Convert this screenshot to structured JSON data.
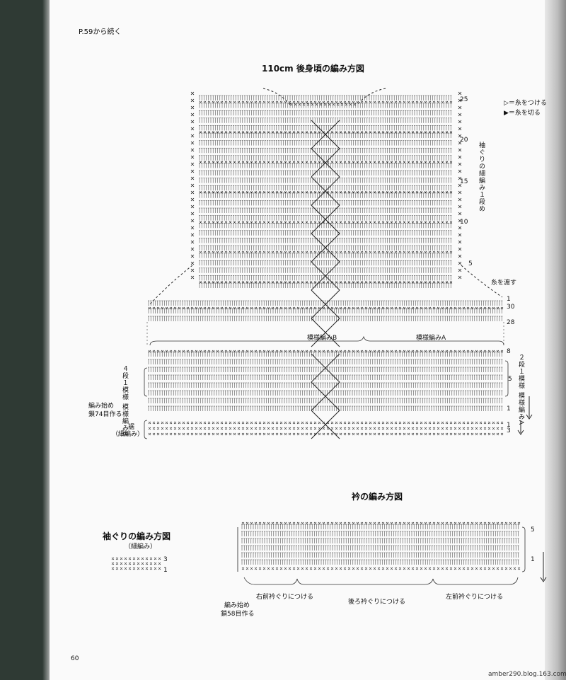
{
  "header": {
    "continued_from": "P.59から続く"
  },
  "back_body": {
    "title": "110cm 後身頃の編み方図",
    "legend_attach": "＝糸をつける",
    "legend_cut": "＝糸を切る",
    "armhole_note": "袖ぐりの細編み１段め",
    "pass_yarn": "糸を渡す",
    "pattern_b": "模様編みB",
    "pattern_a": "模様編みA",
    "left_repeat": "４段１模様 模様編みB",
    "right_repeat": "２段１模様 模様編みA",
    "start": "編み始め",
    "start_chain": "鎖74目作る",
    "hem": "裾",
    "hem_stitch": "（細編み）",
    "row_numbers": [
      "25",
      "20",
      "15",
      "10",
      "5",
      "1",
      "30",
      "28",
      "8",
      "5",
      "1",
      "1",
      "3"
    ]
  },
  "sleeve": {
    "title": "袖ぐりの編み方図",
    "stitch": "（細編み）",
    "row_3": "3",
    "row_1": "1"
  },
  "collar": {
    "title": "衿の編み方図",
    "right_front": "右前衿ぐりにつける",
    "back": "後ろ衿ぐりにつける",
    "left_front": "左前衿ぐりにつける",
    "start": "編み始め",
    "start_chain": "鎖58目作る",
    "row_5": "5",
    "row_1": "1"
  },
  "footer": {
    "page_number": "60",
    "watermark": "amber290.blog.163.com"
  }
}
